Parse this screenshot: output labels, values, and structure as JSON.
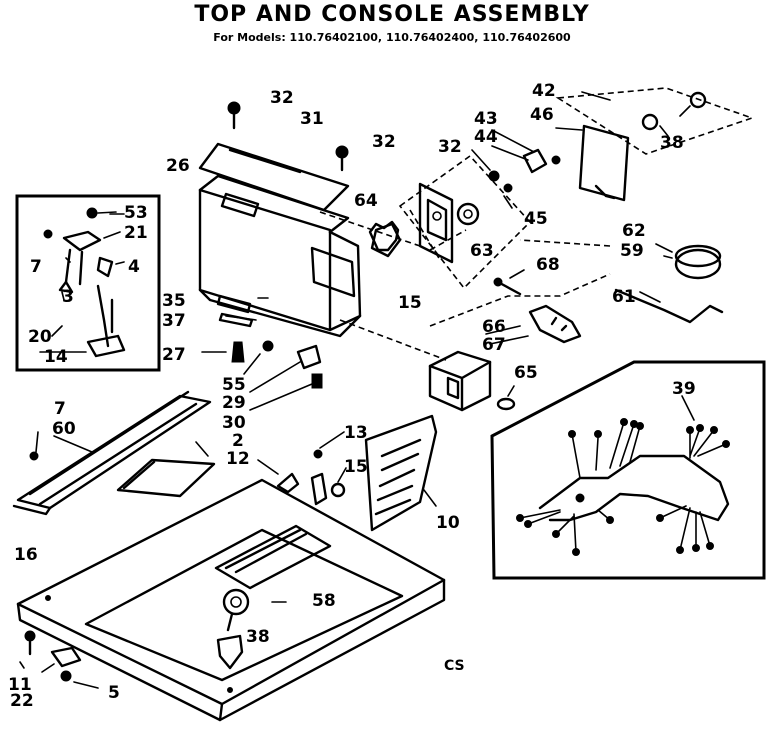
{
  "header": {
    "title": "TOP AND CONSOLE ASSEMBLY",
    "subtitle": "For Models: 110.76402100, 110.76402400, 110.76402600"
  },
  "callouts": [
    {
      "id": "c1",
      "text": "32"
    },
    {
      "id": "c2",
      "text": "31"
    },
    {
      "id": "c3",
      "text": "32"
    },
    {
      "id": "c4",
      "text": "26"
    },
    {
      "id": "c5",
      "text": "64"
    },
    {
      "id": "c6",
      "text": "53"
    },
    {
      "id": "c7",
      "text": "21"
    },
    {
      "id": "c8",
      "text": "7"
    },
    {
      "id": "c9",
      "text": "4"
    },
    {
      "id": "c10",
      "text": "3"
    },
    {
      "id": "c11",
      "text": "20"
    },
    {
      "id": "c12",
      "text": "14"
    },
    {
      "id": "c13",
      "text": "35"
    },
    {
      "id": "c14",
      "text": "37"
    },
    {
      "id": "c15",
      "text": "15"
    },
    {
      "id": "c16",
      "text": "27"
    },
    {
      "id": "c17",
      "text": "55"
    },
    {
      "id": "c18",
      "text": "29"
    },
    {
      "id": "c19",
      "text": "30"
    },
    {
      "id": "c20",
      "text": "42"
    },
    {
      "id": "c21",
      "text": "46"
    },
    {
      "id": "c22",
      "text": "38"
    },
    {
      "id": "c23",
      "text": "43"
    },
    {
      "id": "c24",
      "text": "44"
    },
    {
      "id": "c25",
      "text": "32"
    },
    {
      "id": "c26",
      "text": "45"
    },
    {
      "id": "c27",
      "text": "63"
    },
    {
      "id": "c28",
      "text": "62"
    },
    {
      "id": "c29",
      "text": "59"
    },
    {
      "id": "c30",
      "text": "68"
    },
    {
      "id": "c31",
      "text": "61"
    },
    {
      "id": "c32",
      "text": "66"
    },
    {
      "id": "c33",
      "text": "67"
    },
    {
      "id": "c34",
      "text": "65"
    },
    {
      "id": "c35",
      "text": "39"
    },
    {
      "id": "c36",
      "text": "7"
    },
    {
      "id": "c37",
      "text": "60"
    },
    {
      "id": "c38",
      "text": "2"
    },
    {
      "id": "c39",
      "text": "12"
    },
    {
      "id": "c40",
      "text": "13"
    },
    {
      "id": "c41",
      "text": "15"
    },
    {
      "id": "c42",
      "text": "10"
    },
    {
      "id": "c43",
      "text": "16"
    },
    {
      "id": "c44",
      "text": "58"
    },
    {
      "id": "c45",
      "text": "38"
    },
    {
      "id": "c46",
      "text": "11"
    },
    {
      "id": "c47",
      "text": "22"
    },
    {
      "id": "c48",
      "text": "5"
    },
    {
      "id": "c49",
      "text": "CS"
    }
  ]
}
